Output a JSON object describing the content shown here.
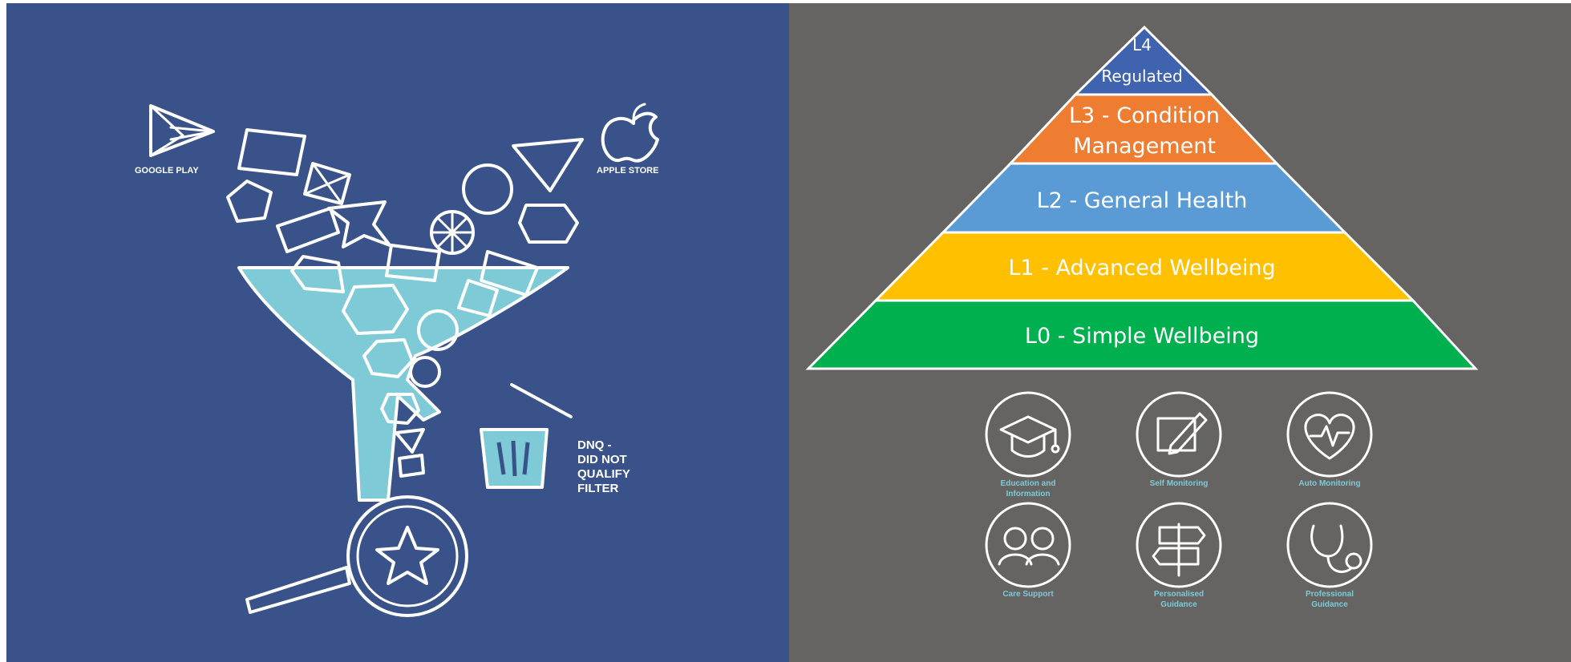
{
  "left_panel": {
    "store_labels": {
      "google": "GOOGLE PLAY",
      "apple": "APPLE STORE"
    },
    "dnq_lines": [
      "DNQ -",
      "DID NOT",
      "QUALIFY",
      "FILTER"
    ]
  },
  "pyramid": {
    "levels": [
      {
        "id": "L4",
        "lines": [
          "L4",
          "Regulated"
        ],
        "color": "#4063b0"
      },
      {
        "id": "L3",
        "lines": [
          "L3 - Condition",
          "Management"
        ],
        "color": "#ee7d31"
      },
      {
        "id": "L2",
        "lines": [
          "L2 - General Health"
        ],
        "color": "#5b9bd5"
      },
      {
        "id": "L1",
        "lines": [
          "L1 - Advanced Wellbeing"
        ],
        "color": "#ffc000"
      },
      {
        "id": "L0",
        "lines": [
          "L0 - Simple Wellbeing"
        ],
        "color": "#00b04f"
      }
    ]
  },
  "services": [
    {
      "icon": "graduation-cap-icon",
      "lines": [
        "Education and",
        "Information"
      ]
    },
    {
      "icon": "pencil-form-icon",
      "lines": [
        "Self Monitoring"
      ]
    },
    {
      "icon": "heart-pulse-icon",
      "lines": [
        "Auto Monitoring"
      ]
    },
    {
      "icon": "people-icon",
      "lines": [
        "Care Support"
      ]
    },
    {
      "icon": "signpost-icon",
      "lines": [
        "Personalised",
        "Guidance"
      ]
    },
    {
      "icon": "stethoscope-icon",
      "lines": [
        "Professional",
        "Guidance"
      ]
    }
  ]
}
